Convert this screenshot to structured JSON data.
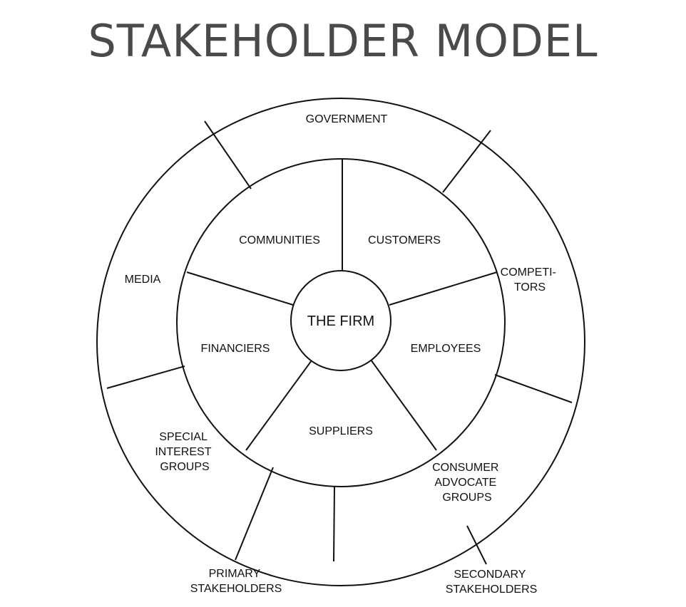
{
  "title": "STAKEHOLDER MODEL",
  "center": "THE FIRM",
  "primary": {
    "communities": "COMMUNITIES",
    "customers": "CUSTOMERS",
    "employees": "EMPLOYEES",
    "suppliers": "SUPPLIERS",
    "financiers": "FINANCIERS"
  },
  "secondary": {
    "government": "GOVERNMENT",
    "competitors": [
      "COMPETI-",
      "TORS"
    ],
    "consumer_advocate_groups": [
      "CONSUMER",
      "ADVOCATE",
      "GROUPS"
    ],
    "special_interest_groups": [
      "SPECIAL",
      "INTEREST",
      "GROUPS"
    ],
    "media": "MEDIA"
  },
  "callouts": {
    "primary_stakeholders": [
      "PRIMARY",
      "STAKEHOLDERS"
    ],
    "secondary_stakeholders": [
      "SECONDARY",
      "STAKEHOLDERS"
    ]
  }
}
